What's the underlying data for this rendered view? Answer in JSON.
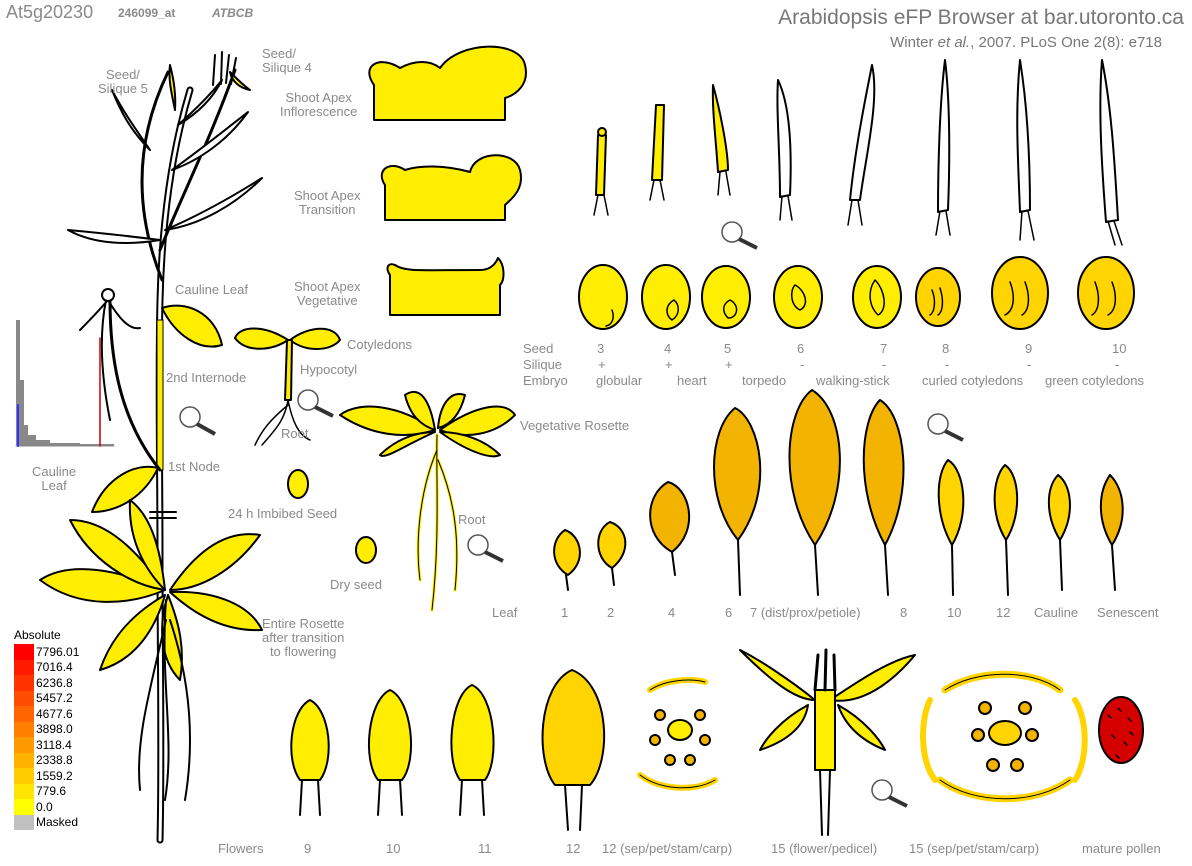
{
  "header": {
    "gene_id": "At5g20230",
    "probe_id": "246099_at",
    "gene_symbol": "ATBCB",
    "title": "Arabidopsis eFP Browser at bar.utoronto.ca",
    "citation_authors": "Winter",
    "citation_etal": "et al.",
    "citation_rest": ", 2007. PLoS One 2(8): e718"
  },
  "labels": {
    "seed_silique_5": "Seed/\nSilique 5",
    "seed_silique_4": "Seed/\nSilique 4",
    "shoot_apex_inflorescence": "Shoot Apex\nInflorescence",
    "shoot_apex_transition": "Shoot Apex\nTransition",
    "shoot_apex_vegetative": "Shoot Apex\nVegetative",
    "cauline_leaf_upper": "Cauline Leaf",
    "cotyledons": "Cotyledons",
    "hypocotyl": "Hypocotyl",
    "second_internode": "2nd Internode",
    "root_seedling": "Root",
    "first_node": "1st Node",
    "cauline_leaf_lower": "Cauline\nLeaf",
    "imbibed_seed": "24 h Imbibed Seed",
    "dry_seed": "Dry seed",
    "vegetative_rosette": "Vegetative Rosette",
    "root_rosette": "Root",
    "entire_rosette": "Entire Rosette\nafter transition\nto flowering"
  },
  "seed_table": {
    "row_labels": [
      "Seed",
      "Silique",
      "Embryo"
    ],
    "stages": [
      "3",
      "4",
      "5",
      "6",
      "7",
      "8",
      "9",
      "10"
    ],
    "silique": [
      "+",
      "+",
      "+",
      "-",
      "-",
      "-",
      "-",
      "-"
    ],
    "embryo": [
      "globular",
      "heart",
      "torpedo",
      "walking-stick",
      "curled cotyledons",
      "green cotyledons"
    ]
  },
  "leaf_row": {
    "label": "Leaf",
    "items": [
      "1",
      "2",
      "4",
      "6",
      "7 (dist/prox/petiole)",
      "8",
      "10",
      "12",
      "Cauline",
      "Senescent"
    ]
  },
  "flower_row": {
    "label": "Flowers",
    "items": [
      "9",
      "10",
      "11",
      "12",
      "12 (sep/pet/stam/carp)",
      "15 (flower/pedicel)",
      "15 (sep/pet/stam/carp)",
      "mature pollen"
    ]
  },
  "legend": {
    "title": "Absolute",
    "entries": [
      {
        "value": "7796.01",
        "color": "#ff0000"
      },
      {
        "value": "7016.4",
        "color": "#ff1a00"
      },
      {
        "value": "6236.8",
        "color": "#ff3300"
      },
      {
        "value": "5457.2",
        "color": "#ff4d00"
      },
      {
        "value": "4677.6",
        "color": "#ff6600"
      },
      {
        "value": "3898.0",
        "color": "#ff8000"
      },
      {
        "value": "3118.4",
        "color": "#ff9900"
      },
      {
        "value": "2338.8",
        "color": "#ffb300"
      },
      {
        "value": "1559.2",
        "color": "#ffcc00"
      },
      {
        "value": "779.6",
        "color": "#ffe600"
      },
      {
        "value": "0.0",
        "color": "#ffff00"
      },
      {
        "value": "Masked",
        "color": "#c0c0c0"
      }
    ]
  },
  "colors": {
    "tissue_low": "#ffee00",
    "tissue_mid": "#ffd400",
    "tissue_high": "#f2b400",
    "pollen": "#d40000",
    "outline": "#000000",
    "histogram_marker": "#cc0000"
  }
}
